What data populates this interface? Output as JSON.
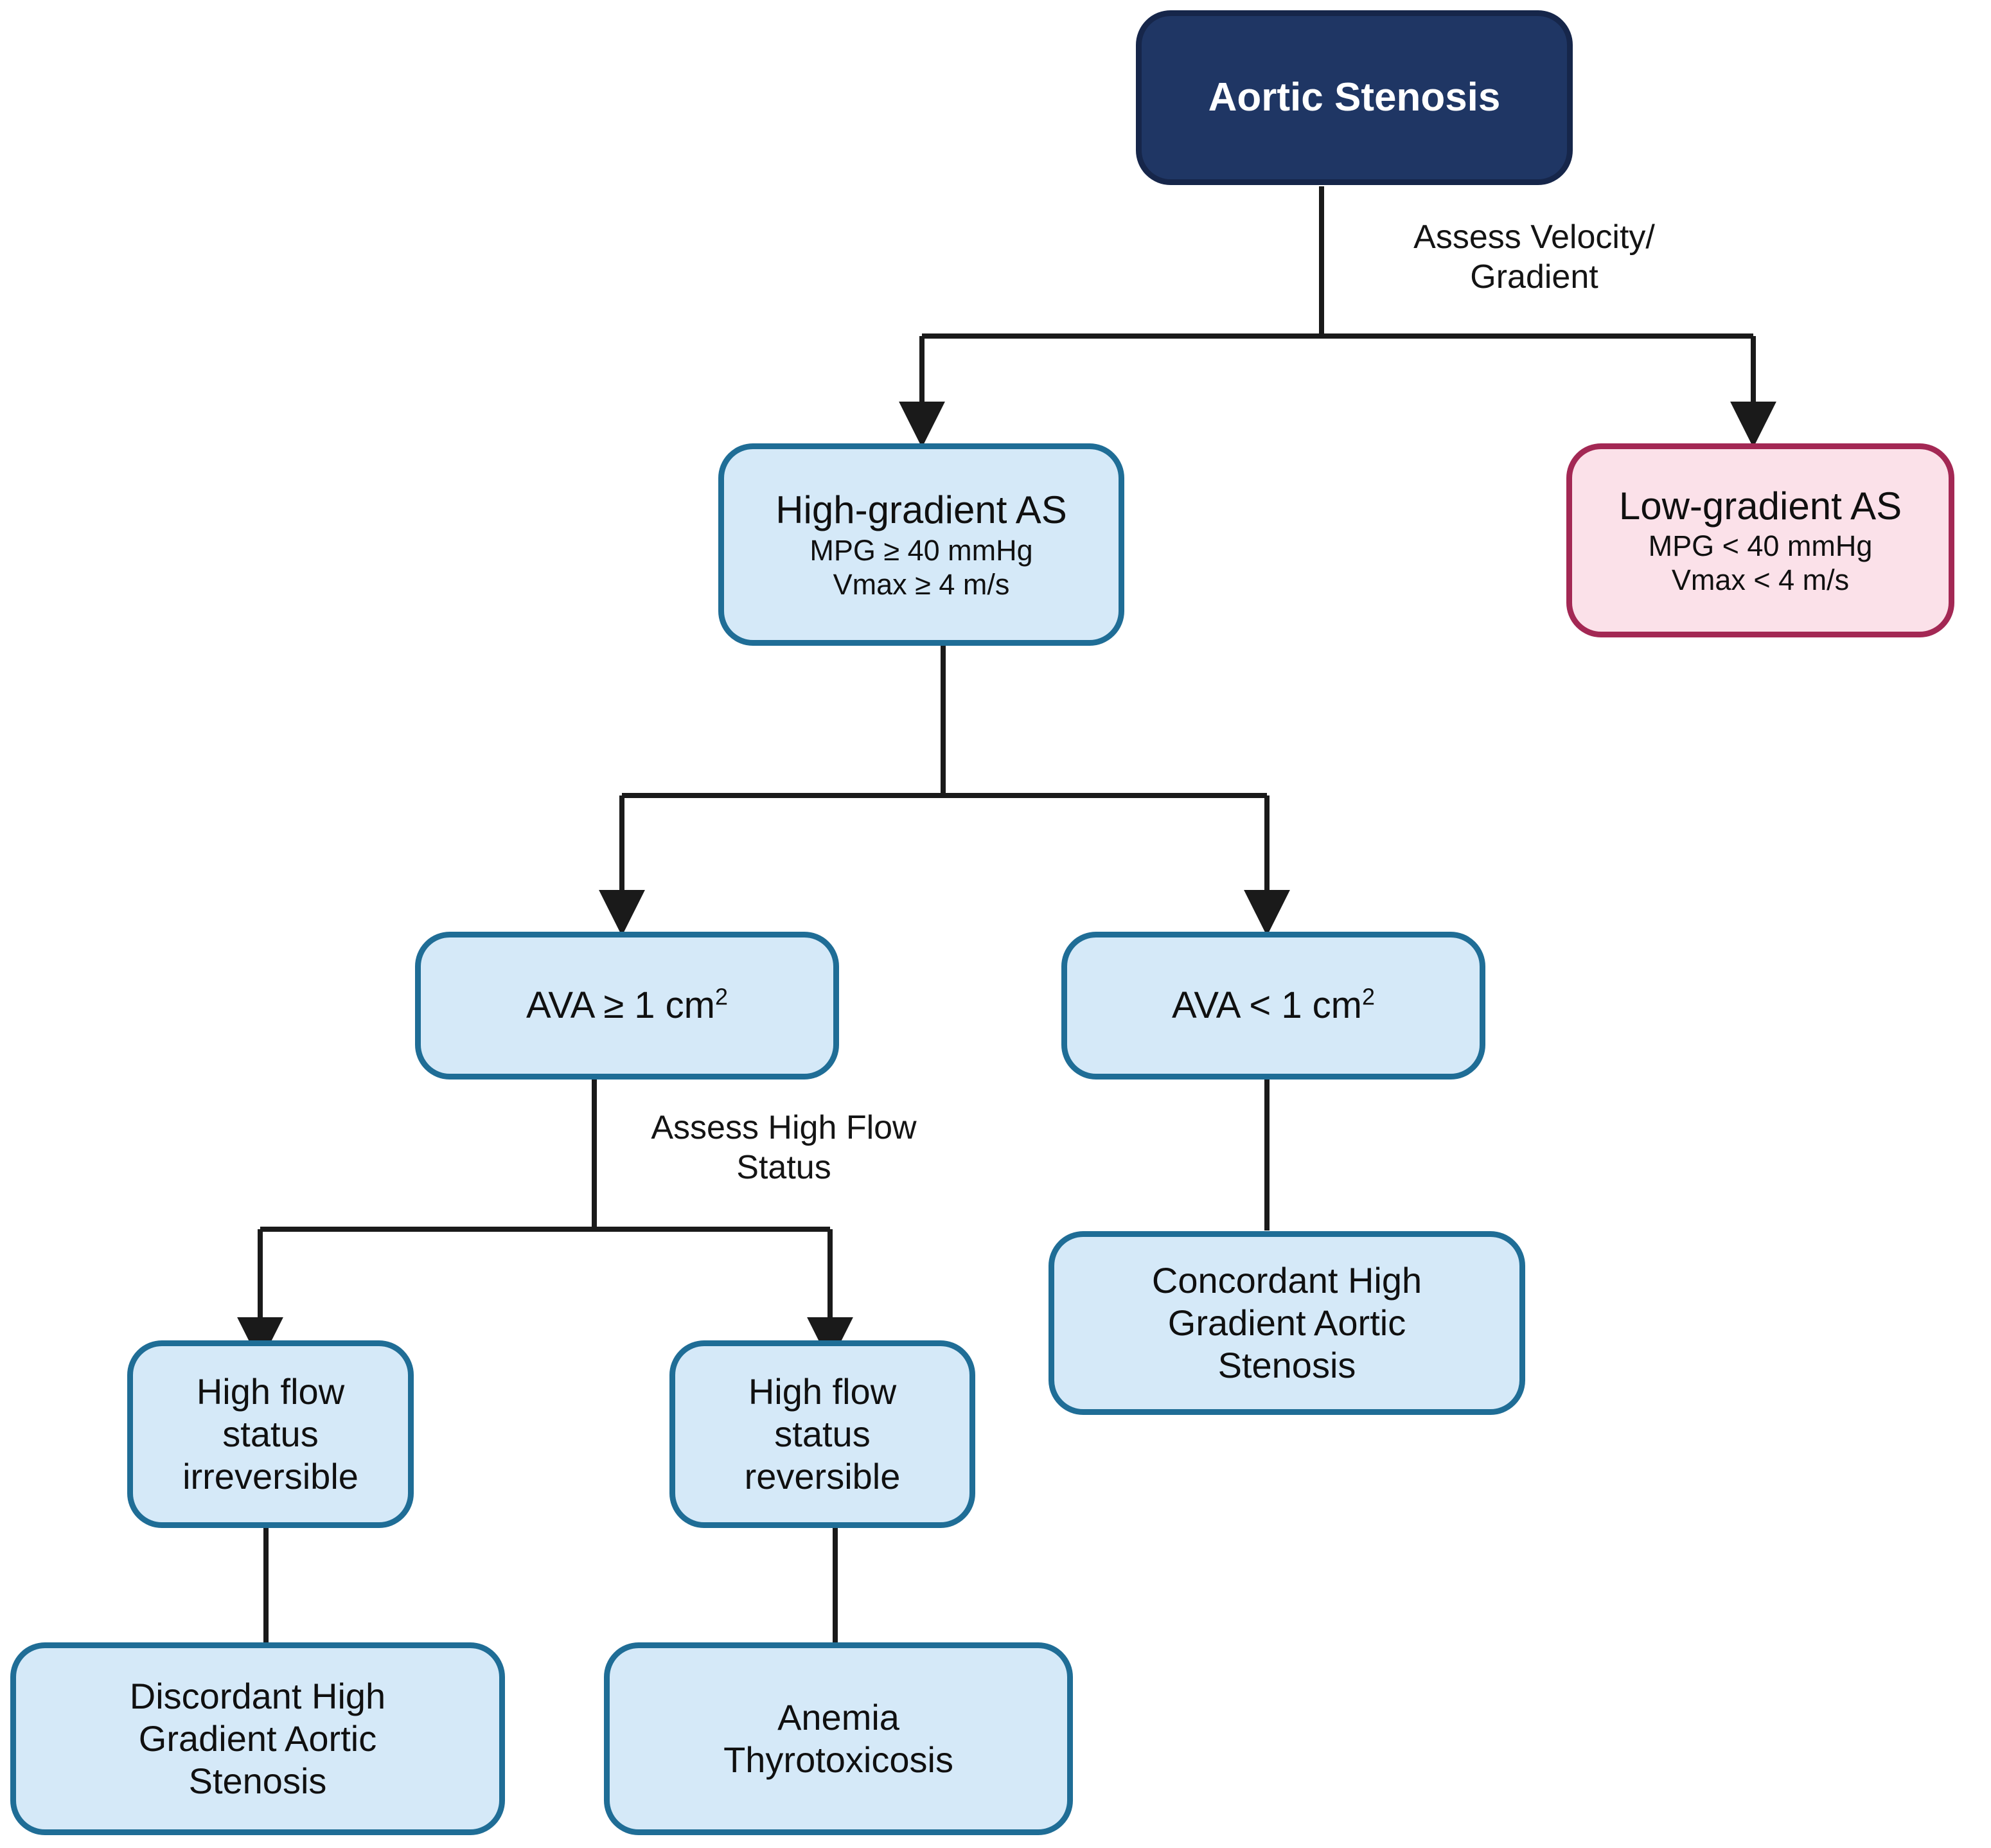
{
  "diagram": {
    "type": "flowchart",
    "title": "Aortic Stenosis diagnostic algorithm",
    "colors": {
      "navy_fill": "#1f3664",
      "navy_border": "#16264a",
      "blue_fill": "#d5e9f8",
      "blue_border": "#1f6d96",
      "pink_fill": "#fbe1e9",
      "pink_border": "#a32854",
      "connector": "#1a1a1a",
      "background": "#ffffff"
    }
  },
  "nodes": {
    "root": {
      "label": "Aortic Stenosis"
    },
    "high_gradient": {
      "title": "High-gradient AS",
      "line2": "MPG ≥ 40 mmHg",
      "line3": "Vmax ≥ 4 m/s"
    },
    "low_gradient": {
      "title": "Low-gradient AS",
      "line2": "MPG < 40 mmHg",
      "line3": "Vmax < 4 m/s"
    },
    "ava_ge": {
      "prefix": "AVA ≥ 1 cm",
      "sup": "2"
    },
    "ava_lt": {
      "prefix": "AVA < 1 cm",
      "sup": "2"
    },
    "concordant": {
      "label": "Concordant High\nGradient Aortic\nStenosis"
    },
    "hf_irreversible": {
      "label": "High flow\nstatus\nirreversible"
    },
    "hf_reversible": {
      "label": "High flow\nstatus\nreversible"
    },
    "discordant": {
      "label": "Discordant High\nGradient Aortic\nStenosis"
    },
    "anemia": {
      "label": "Anemia\nThyrotoxicosis"
    }
  },
  "edge_labels": {
    "assess_velocity": "Assess Velocity/\nGradient",
    "assess_high_flow": "Assess High Flow\nStatus"
  },
  "edges": [
    {
      "from": "root",
      "to": "high_gradient",
      "label": "assess_velocity",
      "arrow": true
    },
    {
      "from": "root",
      "to": "low_gradient",
      "label": "assess_velocity",
      "arrow": true
    },
    {
      "from": "high_gradient",
      "to": "ava_ge",
      "arrow": true
    },
    {
      "from": "high_gradient",
      "to": "ava_lt",
      "arrow": true
    },
    {
      "from": "ava_lt",
      "to": "concordant",
      "arrow": false
    },
    {
      "from": "ava_ge",
      "to": "hf_irreversible",
      "label": "assess_high_flow",
      "arrow": true
    },
    {
      "from": "ava_ge",
      "to": "hf_reversible",
      "label": "assess_high_flow",
      "arrow": true
    },
    {
      "from": "hf_irreversible",
      "to": "discordant",
      "arrow": false
    },
    {
      "from": "hf_reversible",
      "to": "anemia",
      "arrow": false
    }
  ]
}
